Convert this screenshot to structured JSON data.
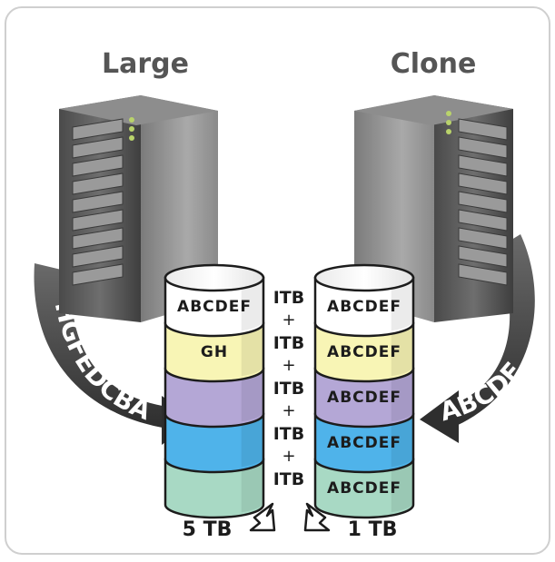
{
  "titles": {
    "left": "Large",
    "right": "Clone"
  },
  "arc_text": {
    "left": "HGFEDCBA",
    "right": "ABCDE"
  },
  "left_stack": {
    "segments": [
      {
        "label": "ABCDEF",
        "color": "#ffffff"
      },
      {
        "label": "GH",
        "color": "#f8f5b5"
      },
      {
        "label": "",
        "color": "#b4a7d6"
      },
      {
        "label": "",
        "color": "#4fb3ea"
      },
      {
        "label": "",
        "color": "#a8d9c4"
      }
    ],
    "total": "5 TB"
  },
  "right_stack": {
    "segments": [
      {
        "label": "ABCDEF",
        "color": "#ffffff"
      },
      {
        "label": "ABCDEF",
        "color": "#f8f5b5"
      },
      {
        "label": "ABCDEF",
        "color": "#b4a7d6"
      },
      {
        "label": "ABCDEF",
        "color": "#4fb3ea"
      },
      {
        "label": "ABCDEF",
        "color": "#a8d9c4"
      }
    ],
    "total": "1 TB"
  },
  "middle": {
    "units": [
      "ITB",
      "ITB",
      "ITB",
      "ITB",
      "ITB"
    ],
    "plus": [
      "+",
      "+",
      "+",
      "+"
    ]
  },
  "colors": {
    "frame": "#cfcfcf",
    "arc": "#3a3a3a",
    "server_body": "#5a5a5a"
  }
}
